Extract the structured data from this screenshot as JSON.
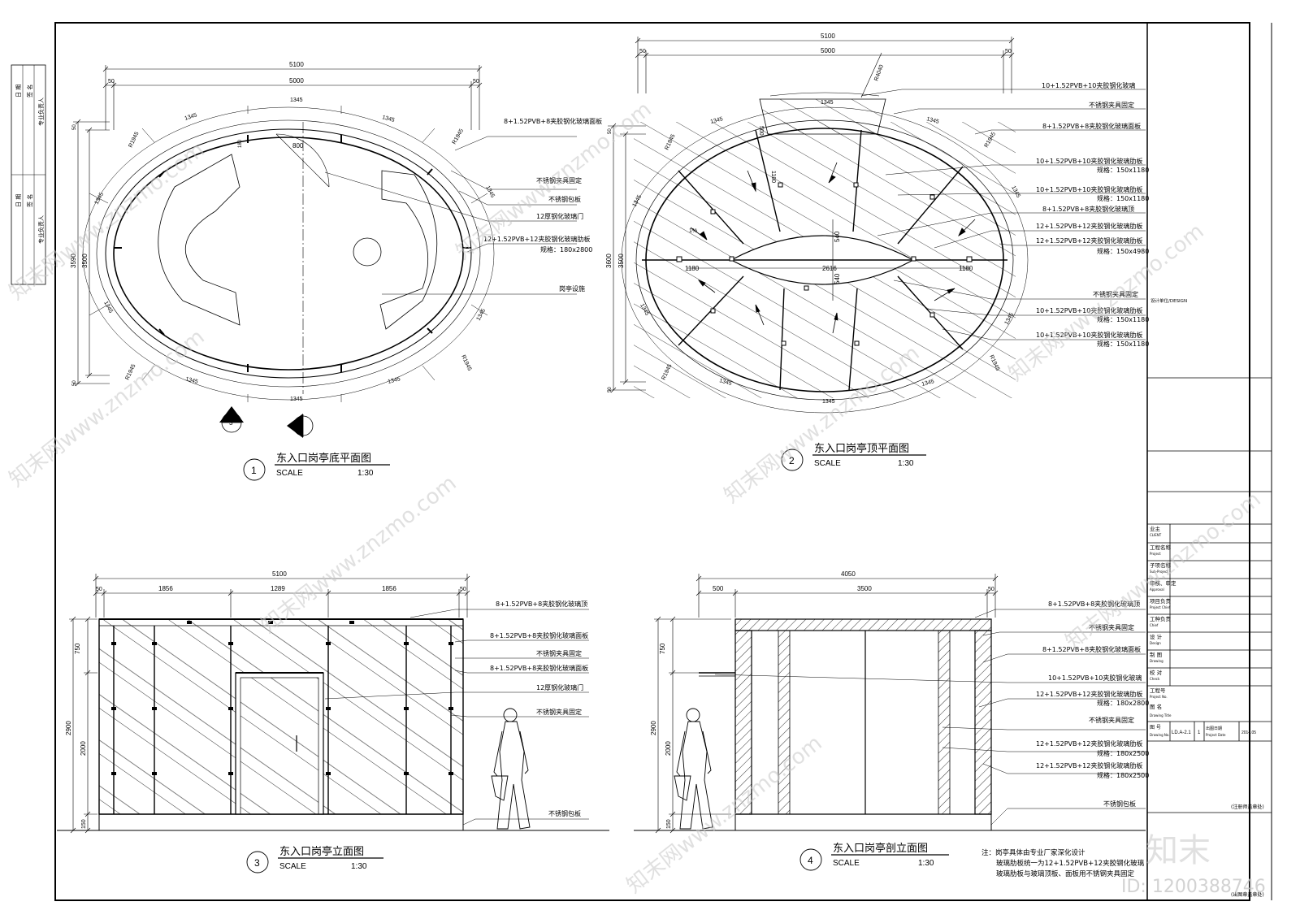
{
  "plans": {
    "p1": {
      "number": "1",
      "title": "东入口岗亭底平面图",
      "scale_label": "SCALE",
      "scale_value": "1:30",
      "dims": {
        "overall": "5100",
        "inner": "5000",
        "edge_left": "50",
        "edge_right": "50",
        "arc_top": "1345",
        "arc_ul": "1345",
        "arc_ur": "1345",
        "arc_l": "1345",
        "arc_r": "1345",
        "arc_ll": "1345",
        "arc_lr": "1345",
        "arc_bot_l": "1345",
        "arc_bot_r": "1345",
        "arc_bot": "1345",
        "r_ul": "R1945",
        "r_ur": "R1945",
        "r_ll": "R1945",
        "r_lr": "R1945",
        "height": "3590",
        "height2": "3500",
        "edge_top": "50",
        "edge_bot": "50",
        "door": "800",
        "wall": "180"
      },
      "labels": [
        "8+1.52PVB+8夹胶钢化玻璃面板",
        "不锈钢夹具固定",
        "不锈钢包板",
        "12厚钢化玻璃门",
        "12+1.52PVB+12夹胶钢化玻璃肋板",
        "规格：180x2800",
        "岗亭设施"
      ],
      "section_marks": [
        "3",
        "4"
      ]
    },
    "p2": {
      "number": "2",
      "title": "东入口岗亭顶平面图",
      "scale_label": "SCALE",
      "scale_value": "1:30",
      "dims": {
        "overall": "5100",
        "inner": "5000",
        "edge_left": "50",
        "edge_right": "50",
        "radius": "R4040",
        "rib": "500",
        "rib2": "1180",
        "height": "3600",
        "height2": "3500",
        "edge_top": "50",
        "edge_bot": "50",
        "mid_l": "1180",
        "mid_c": "2616",
        "mid_r": "1180",
        "v1": "540",
        "v2": "540",
        "arc_top": "1345",
        "arc_ul": "1345",
        "arc_ur": "1345",
        "arc_l": "1345",
        "arc_r": "1345",
        "arc_ll": "1345",
        "arc_lr": "1345",
        "arc_bot_l": "1345",
        "arc_bot_r": "1345",
        "arc_bot": "1345",
        "r_ul": "R1945",
        "r_ur": "R1945",
        "r_ll": "R1945",
        "r_lr": "R1945",
        "slope": "1%"
      },
      "labels": [
        "10+1.52PVB+10夹胶钢化玻璃",
        "不锈钢夹具固定",
        "8+1.52PVB+8夹胶钢化玻璃面板",
        "10+1.52PVB+10夹胶钢化玻璃肋板",
        "规格：150x1180",
        "10+1.52PVB+10夹胶钢化玻璃肋板",
        "规格：150x1180",
        "8+1.52PVB+8夹胶钢化玻璃顶",
        "12+1.52PVB+12夹胶钢化玻璃肋板",
        "12+1.52PVB+12夹胶钢化玻璃肋板",
        "规格：150x4980",
        "不锈钢夹具固定",
        "10+1.52PVB+10夹胶钢化玻璃肋板",
        "规格：150x1180",
        "10+1.52PVB+10夹胶钢化玻璃肋板",
        "规格：150x1180"
      ]
    },
    "p3": {
      "number": "3",
      "title": "东入口岗亭立面图",
      "scale_label": "SCALE",
      "scale_value": "1:30",
      "dims": {
        "overall": "5100",
        "edge_left": "50",
        "edge_right": "50",
        "seg1": "1856",
        "seg2": "1289",
        "seg3": "1856",
        "h_top": "750",
        "h_total": "2900",
        "h_door": "2000",
        "h_base": "150"
      },
      "labels": [
        "8+1.52PVB+8夹胶钢化玻璃顶",
        "8+1.52PVB+8夹胶钢化玻璃面板",
        "不锈钢夹具固定",
        "8+1.52PVB+8夹胶钢化玻璃面板",
        "12厚钢化玻璃门",
        "不锈钢夹具固定",
        "不锈钢包板"
      ]
    },
    "p4": {
      "number": "4",
      "title": "东入口岗亭剖立面图",
      "scale_label": "SCALE",
      "scale_value": "1:30",
      "dims": {
        "overall": "4050",
        "seg1": "500",
        "seg2": "3500",
        "edge_right": "50",
        "h_top": "750",
        "h_total": "2900",
        "h_door": "2000",
        "h_base": "150"
      },
      "labels": [
        "8+1.52PVB+8夹胶钢化玻璃顶",
        "不锈钢夹具固定",
        "8+1.52PVB+8夹胶钢化玻璃面板",
        "10+1.52PVB+10夹胶钢化玻璃",
        "12+1.52PVB+12夹胶钢化玻璃肋板",
        "规格：180x2800",
        "不锈钢夹具固定",
        "12+1.52PVB+12夹胶钢化玻璃肋板",
        "规格：180x2500",
        "12+1.52PVB+12夹胶钢化玻璃肋板",
        "规格：180x2500",
        "不锈钢包板"
      ]
    }
  },
  "notes": [
    "注：岗亭具体由专业厂家深化设计",
    "玻璃肋板统一为12+1.52PVB+12夹胶钢化玻璃",
    "玻璃肋板与玻璃顶板、面板用不锈钢夹具固定"
  ],
  "title_block": {
    "design_label": "设计单位/DESIGN",
    "client_cn": "业主",
    "client_en": "CLIENT",
    "project_cn": "工程名称",
    "project_en": "Project",
    "sub_cn": "子项名称",
    "sub_en": "Sub-Project",
    "approval_cn": "审核、审定",
    "approval_en": "Approval",
    "chief_cn": "项目负责",
    "chief_en": "Project Chief",
    "chief2_cn": "工种负责",
    "chief2_en": "Chief",
    "design_cn": "设 计",
    "design_en": "Design",
    "drawing_cn": "制 图",
    "drawing_en": "Drawing",
    "check_cn": "校 对",
    "check_en": "Check",
    "projno_cn": "工程号",
    "projno_en": "Project No.",
    "title_cn": "图 名",
    "title_en": "Drawing  Title",
    "dwgno_cn": "图 号",
    "dwgno_en": "Drawing No.",
    "dwgno_val": "LD.A-2.1",
    "sheet_val": "1",
    "date_cn": "出图日期",
    "date_en": "Project Date",
    "date_val": "2014.05",
    "stamp_note": "(注册师盖章处)",
    "stamp_note2": "(出图章盖章处)"
  },
  "left_strip": [
    "日 期",
    "签 名",
    "专业负责人",
    "日 期",
    "签 名",
    "专业负责人"
  ],
  "watermarks": {
    "text": "知末网www.znzmo.com",
    "logo": "知末",
    "id": "ID: 1200388746"
  }
}
